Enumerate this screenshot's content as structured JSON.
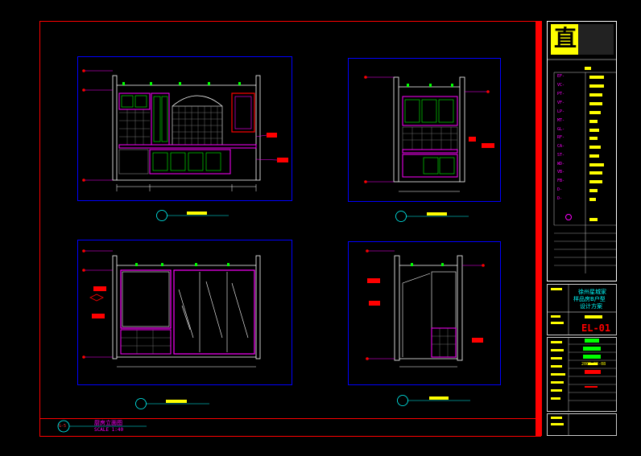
{
  "drawing": {
    "colors": {
      "background": "#000000",
      "border": "#ff0000",
      "viewport": "#0000ff",
      "wall": "#ffffff",
      "cabinet": "#ff00ff",
      "accent": "#00ff00",
      "tag_fill": "#ff0000",
      "highlight": "#ffff00",
      "callout": "#00ffff"
    },
    "title_strip": {
      "circle_tag": "G-5",
      "title": "厨房立面图",
      "scale": "SCALE 1:40"
    }
  },
  "title_block": {
    "logo_glyph": "直",
    "project_name": "徐州星城家",
    "project_sub": "样品房B户型",
    "design_stage": "设计方案",
    "sheet_number": "EL-01",
    "date": "2009-08-08",
    "legend_codes": [
      "EF-",
      "VC-",
      "PT-",
      "VF-",
      "LP-",
      "MT-",
      "GL-",
      "RF-",
      "CA-",
      "ST-",
      "WD-",
      "VB-",
      "FB-",
      "D-",
      "D-"
    ],
    "legend_note_icon": "info-icon"
  }
}
